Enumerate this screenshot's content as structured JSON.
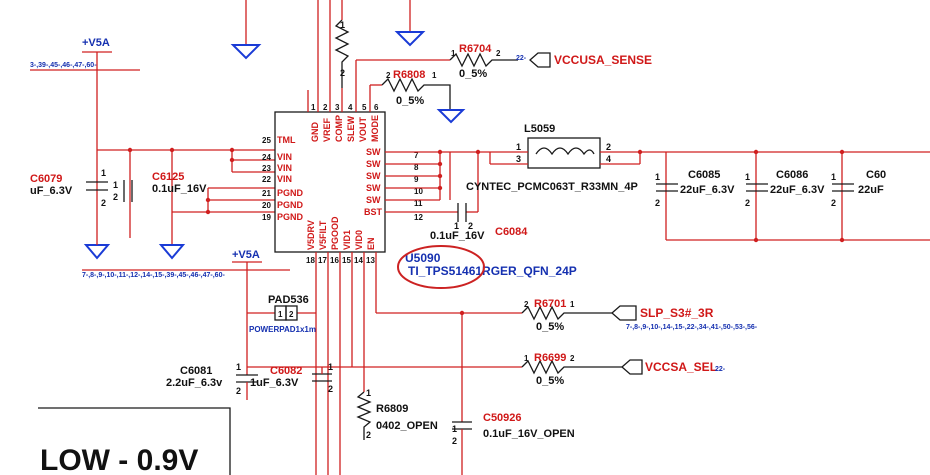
{
  "rails": {
    "v5a": "+V5A"
  },
  "nets": {
    "v5a_refs_top": "3-,39-,45-,46-,47-,60-",
    "v5a_refs_bottom": "7-,8-,9-,10-,11-,12-,14-,15-,39-,45-,46-,47-,60-",
    "vccusa_sense": "VCCUSA_SENSE",
    "vccusa_sense_ref": "22-",
    "slp_s3": "SLP_S3#_3R",
    "slp_s3_refs": "7-,8-,9-,10-,14-,15-,22-,34-,41-,50-,53-,56-",
    "vccsa_sel": "VCCSA_SEL",
    "vccsa_sel_ref": "22-"
  },
  "ic": {
    "ref": "U5090",
    "part": "TI_TPS51461RGER_QFN_24P",
    "pins_left": [
      {
        "num": "25",
        "name": "TML"
      },
      {
        "num": "24",
        "name": "VIN"
      },
      {
        "num": "23",
        "name": "VIN"
      },
      {
        "num": "22",
        "name": "VIN"
      },
      {
        "num": "21",
        "name": "PGND"
      },
      {
        "num": "20",
        "name": "PGND"
      },
      {
        "num": "19",
        "name": "PGND"
      }
    ],
    "pins_right": [
      {
        "num": "7",
        "name": "SW"
      },
      {
        "num": "8",
        "name": "SW"
      },
      {
        "num": "9",
        "name": "SW"
      },
      {
        "num": "10",
        "name": "SW"
      },
      {
        "num": "11",
        "name": "SW"
      },
      {
        "num": "12",
        "name": "BST"
      }
    ],
    "pins_top": [
      {
        "num": "1",
        "name": "GND"
      },
      {
        "num": "2",
        "name": "VREF"
      },
      {
        "num": "3",
        "name": "COMP"
      },
      {
        "num": "4",
        "name": "SLEW"
      },
      {
        "num": "5",
        "name": "VOUT"
      },
      {
        "num": "6",
        "name": "MODE"
      }
    ],
    "pins_bottom": [
      {
        "num": "18",
        "name": "V5DRV"
      },
      {
        "num": "17",
        "name": "V5FILT"
      },
      {
        "num": "16",
        "name": "PGOOD"
      },
      {
        "num": "15",
        "name": "VID1"
      },
      {
        "num": "14",
        "name": "VID0"
      },
      {
        "num": "13",
        "name": "EN"
      }
    ]
  },
  "components": {
    "r6704": {
      "ref": "R6704",
      "value": "0_5%",
      "pin1": "1",
      "pin2": "2"
    },
    "r6808": {
      "ref": "R6808",
      "value": "0_5%",
      "pin1": "1",
      "pin2": "2"
    },
    "r6701": {
      "ref": "R6701",
      "value": "0_5%",
      "pin1": "1",
      "pin2": "2"
    },
    "r6699": {
      "ref": "R6699",
      "value": "0_5%",
      "pin1": "1",
      "pin2": "2"
    },
    "r6809": {
      "ref": "R6809",
      "value": "0402_OPEN",
      "pin1": "1",
      "pin2": "2"
    },
    "r_top": {
      "pin1": "1",
      "pin2": "2"
    },
    "l5059": {
      "ref": "L5059",
      "value": "CYNTEC_PCMC063T_R33MN_4P",
      "p1": "1",
      "p2": "2",
      "p3": "3",
      "p4": "4"
    },
    "c6079": {
      "ref": "C6079",
      "value": "uF_6.3V",
      "pin1": "1",
      "pin2": "2"
    },
    "c6125": {
      "ref": "C6125",
      "value": "0.1uF_16V",
      "pin1": "1",
      "pin2": "2"
    },
    "c6084": {
      "ref": "C6084",
      "value": "0.1uF_16V",
      "pin1": "1",
      "pin2": "2"
    },
    "c6085": {
      "ref": "C6085",
      "value": "22uF_6.3V",
      "pin1": "1",
      "pin2": "2"
    },
    "c6086": {
      "ref": "C6086",
      "value": "22uF_6.3V",
      "pin1": "1",
      "pin2": "2"
    },
    "c60xx": {
      "ref": "C60",
      "value": "22uF",
      "pin1": "1",
      "pin2": "2"
    },
    "c6081": {
      "ref": "C6081",
      "value": "2.2uF_6.3v",
      "pin1": "1",
      "pin2": "2"
    },
    "c6082": {
      "ref": "C6082",
      "value": "1uF_6.3V",
      "pin1": "1",
      "pin2": "2"
    },
    "c50926": {
      "ref": "C50926",
      "value": "0.1uF_16V_OPEN",
      "pin1": "1",
      "pin2": "2"
    },
    "pad536": {
      "ref": "PAD536",
      "value": "POWERPAD1x1m",
      "pin1": "1",
      "pin2": "2"
    }
  },
  "note": {
    "text": "LOW - 0.9V"
  }
}
